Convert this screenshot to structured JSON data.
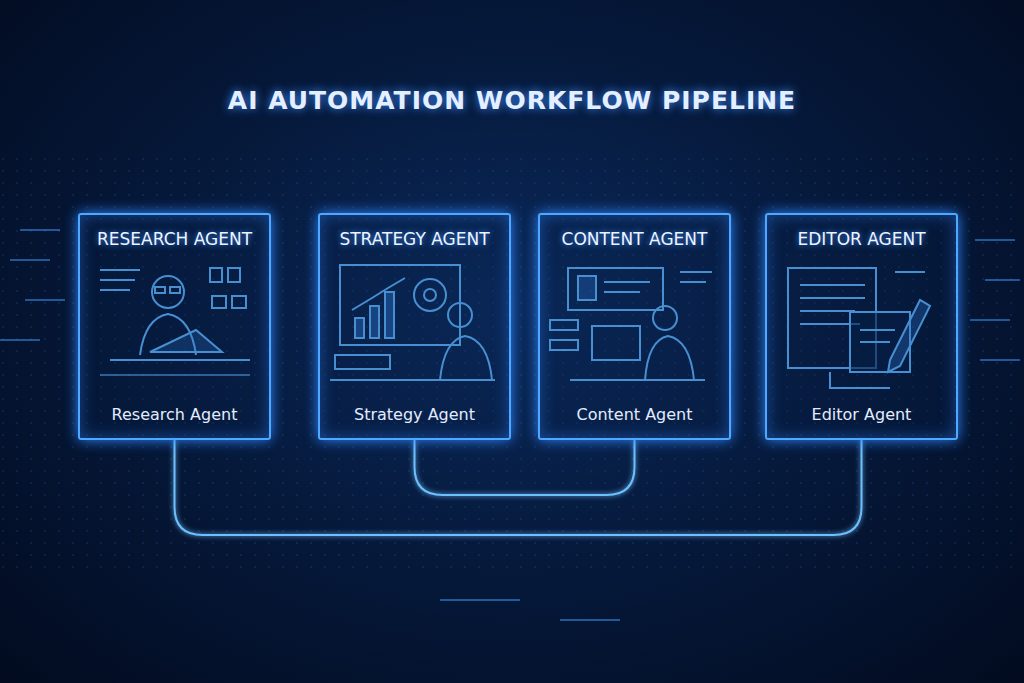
{
  "diagram": {
    "title": "AI AUTOMATION WORKFLOW PIPELINE",
    "nodes": [
      {
        "text": [
          "RESEARCH AGENT",
          "Research Agent"
        ]
      },
      {
        "text": [
          "STRATEGY AGENT",
          "Strategy Agent"
        ]
      },
      {
        "text": [
          "CONTENT AGENT",
          "Content Agent"
        ]
      },
      {
        "text": [
          "EDITOR AGENT",
          "Editor Agent"
        ]
      }
    ],
    "edges": [
      {
        "from": 0,
        "to": 1,
        "arrow": "to"
      },
      {
        "from": 1,
        "to": 2,
        "arrow": "to"
      },
      {
        "from": 2,
        "to": 3,
        "arrow": "to"
      },
      {
        "from": 0,
        "to": 3,
        "arrow": "none"
      },
      {
        "from": 1,
        "to": 2,
        "arrow": "none"
      }
    ]
  }
}
